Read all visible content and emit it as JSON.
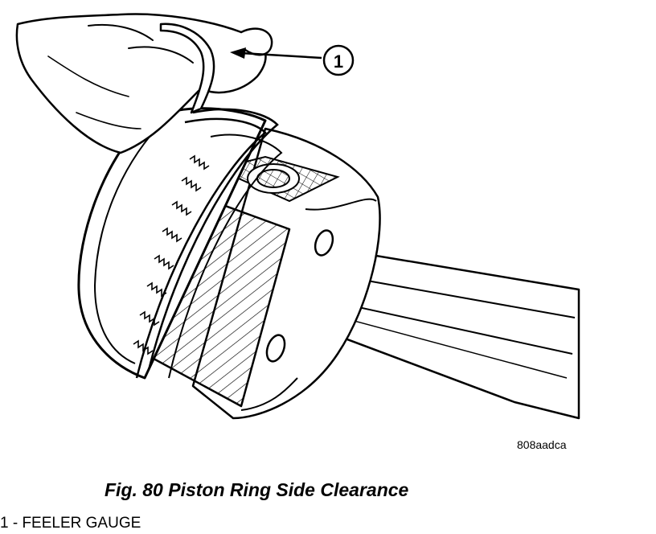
{
  "figure": {
    "callout_number": "1",
    "ref_code": "808aadca",
    "caption": "Fig. 80 Piston Ring Side Clearance",
    "legend": [
      {
        "number": "1",
        "label": "FEELER GAUGE",
        "text": "1 - FEELER GAUGE"
      }
    ]
  }
}
